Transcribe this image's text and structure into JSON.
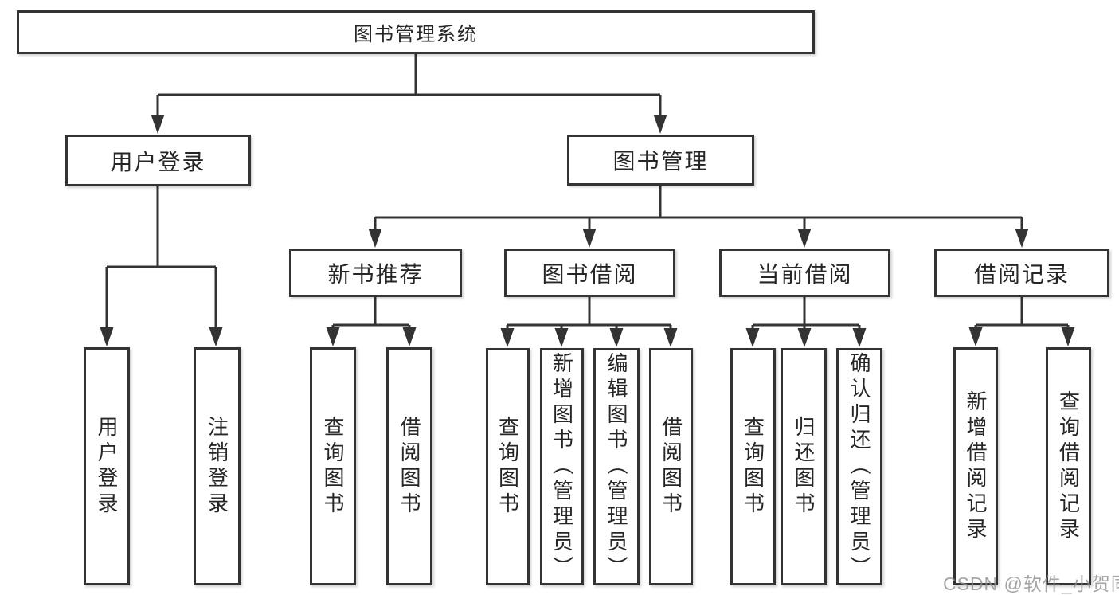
{
  "tree": {
    "label": "图书管理系统",
    "children": [
      {
        "label": "用户登录",
        "children": [
          {
            "label": "用户登录"
          },
          {
            "label": "注销登录"
          }
        ]
      },
      {
        "label": "图书管理",
        "children": [
          {
            "label": "新书推荐",
            "children": [
              {
                "label": "查询图书"
              },
              {
                "label": "借阅图书"
              }
            ]
          },
          {
            "label": "图书借阅",
            "children": [
              {
                "label": "查询图书"
              },
              {
                "label": "新增图书（管理员）"
              },
              {
                "label": "编辑图书（管理员）"
              },
              {
                "label": "借阅图书"
              }
            ]
          },
          {
            "label": "当前借阅",
            "children": [
              {
                "label": "查询图书"
              },
              {
                "label": "归还图书"
              },
              {
                "label": "确认归还（管理员）"
              }
            ]
          },
          {
            "label": "借阅记录",
            "children": [
              {
                "label": "新增借阅记录"
              },
              {
                "label": "查询借阅记录"
              }
            ]
          }
        ]
      }
    ]
  },
  "watermark": {
    "text": "CSDN @软件_小贺同学"
  },
  "colors": {
    "line": "#333333",
    "box_background": "#ffffff",
    "text": "#262626",
    "watermark": "#8c8c8c"
  }
}
